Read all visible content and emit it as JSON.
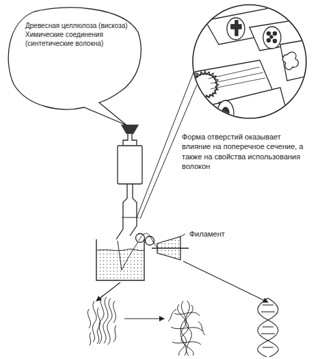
{
  "diagram": {
    "nodes": [
      {
        "text": [
          "Древесная целлюлоза (вискоза)",
          "Химические соединения (синтетические волокна)"
        ]
      }
    ],
    "labels": [
      "Форма отверстий оказывает влияние на поперечное сечение, а также на свойства использования волокон",
      "Филамент"
    ]
  }
}
